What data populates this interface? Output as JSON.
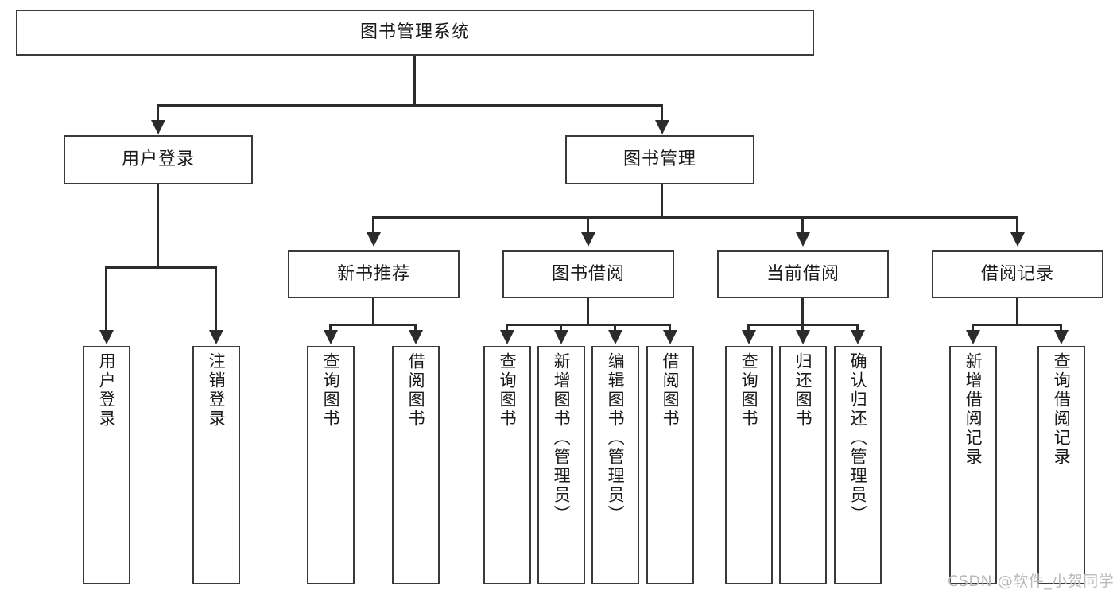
{
  "diagram": {
    "type": "tree-hierarchy-chart",
    "title": "图书管理系统",
    "root": {
      "id": "root",
      "label": "图书管理系统",
      "level": 0
    },
    "level1": [
      {
        "id": "user-login",
        "label": "用户登录"
      },
      {
        "id": "book-manage",
        "label": "图书管理"
      }
    ],
    "level2": [
      {
        "id": "new-book-recommend",
        "label": "新书推荐",
        "parent": "book-manage"
      },
      {
        "id": "book-borrow",
        "label": "图书借阅",
        "parent": "book-manage"
      },
      {
        "id": "current-borrow",
        "label": "当前借阅",
        "parent": "book-manage"
      },
      {
        "id": "borrow-record",
        "label": "借阅记录",
        "parent": "book-manage"
      }
    ],
    "leaves": {
      "user-login": [
        {
          "id": "leaf-user-login",
          "label": "用户登录"
        },
        {
          "id": "leaf-user-logout",
          "label": "注销登录"
        }
      ],
      "new-book-recommend": [
        {
          "id": "leaf-query-book-1",
          "label": "查询图书"
        },
        {
          "id": "leaf-borrow-book-1",
          "label": "借阅图书"
        }
      ],
      "book-borrow": [
        {
          "id": "leaf-query-book-2",
          "label": "查询图书"
        },
        {
          "id": "leaf-add-book",
          "label": "新增图书（管理员）"
        },
        {
          "id": "leaf-edit-book",
          "label": "编辑图书（管理员）"
        },
        {
          "id": "leaf-borrow-book-2",
          "label": "借阅图书"
        }
      ],
      "current-borrow": [
        {
          "id": "leaf-query-book-3",
          "label": "查询图书"
        },
        {
          "id": "leaf-return-book",
          "label": "归还图书"
        },
        {
          "id": "leaf-confirm-return",
          "label": "确认归还（管理员）"
        }
      ],
      "borrow-record": [
        {
          "id": "leaf-add-record",
          "label": "新增借阅记录"
        },
        {
          "id": "leaf-query-record",
          "label": "查询借阅记录"
        }
      ]
    }
  },
  "watermark": {
    "text": "CSDN @软件_小贺同学"
  },
  "colors": {
    "box_border": "#3a3a3a",
    "connector": "#2b2b2b",
    "text": "#1a1a1a",
    "background": "#ffffff",
    "watermark": "#b9b9b9"
  }
}
